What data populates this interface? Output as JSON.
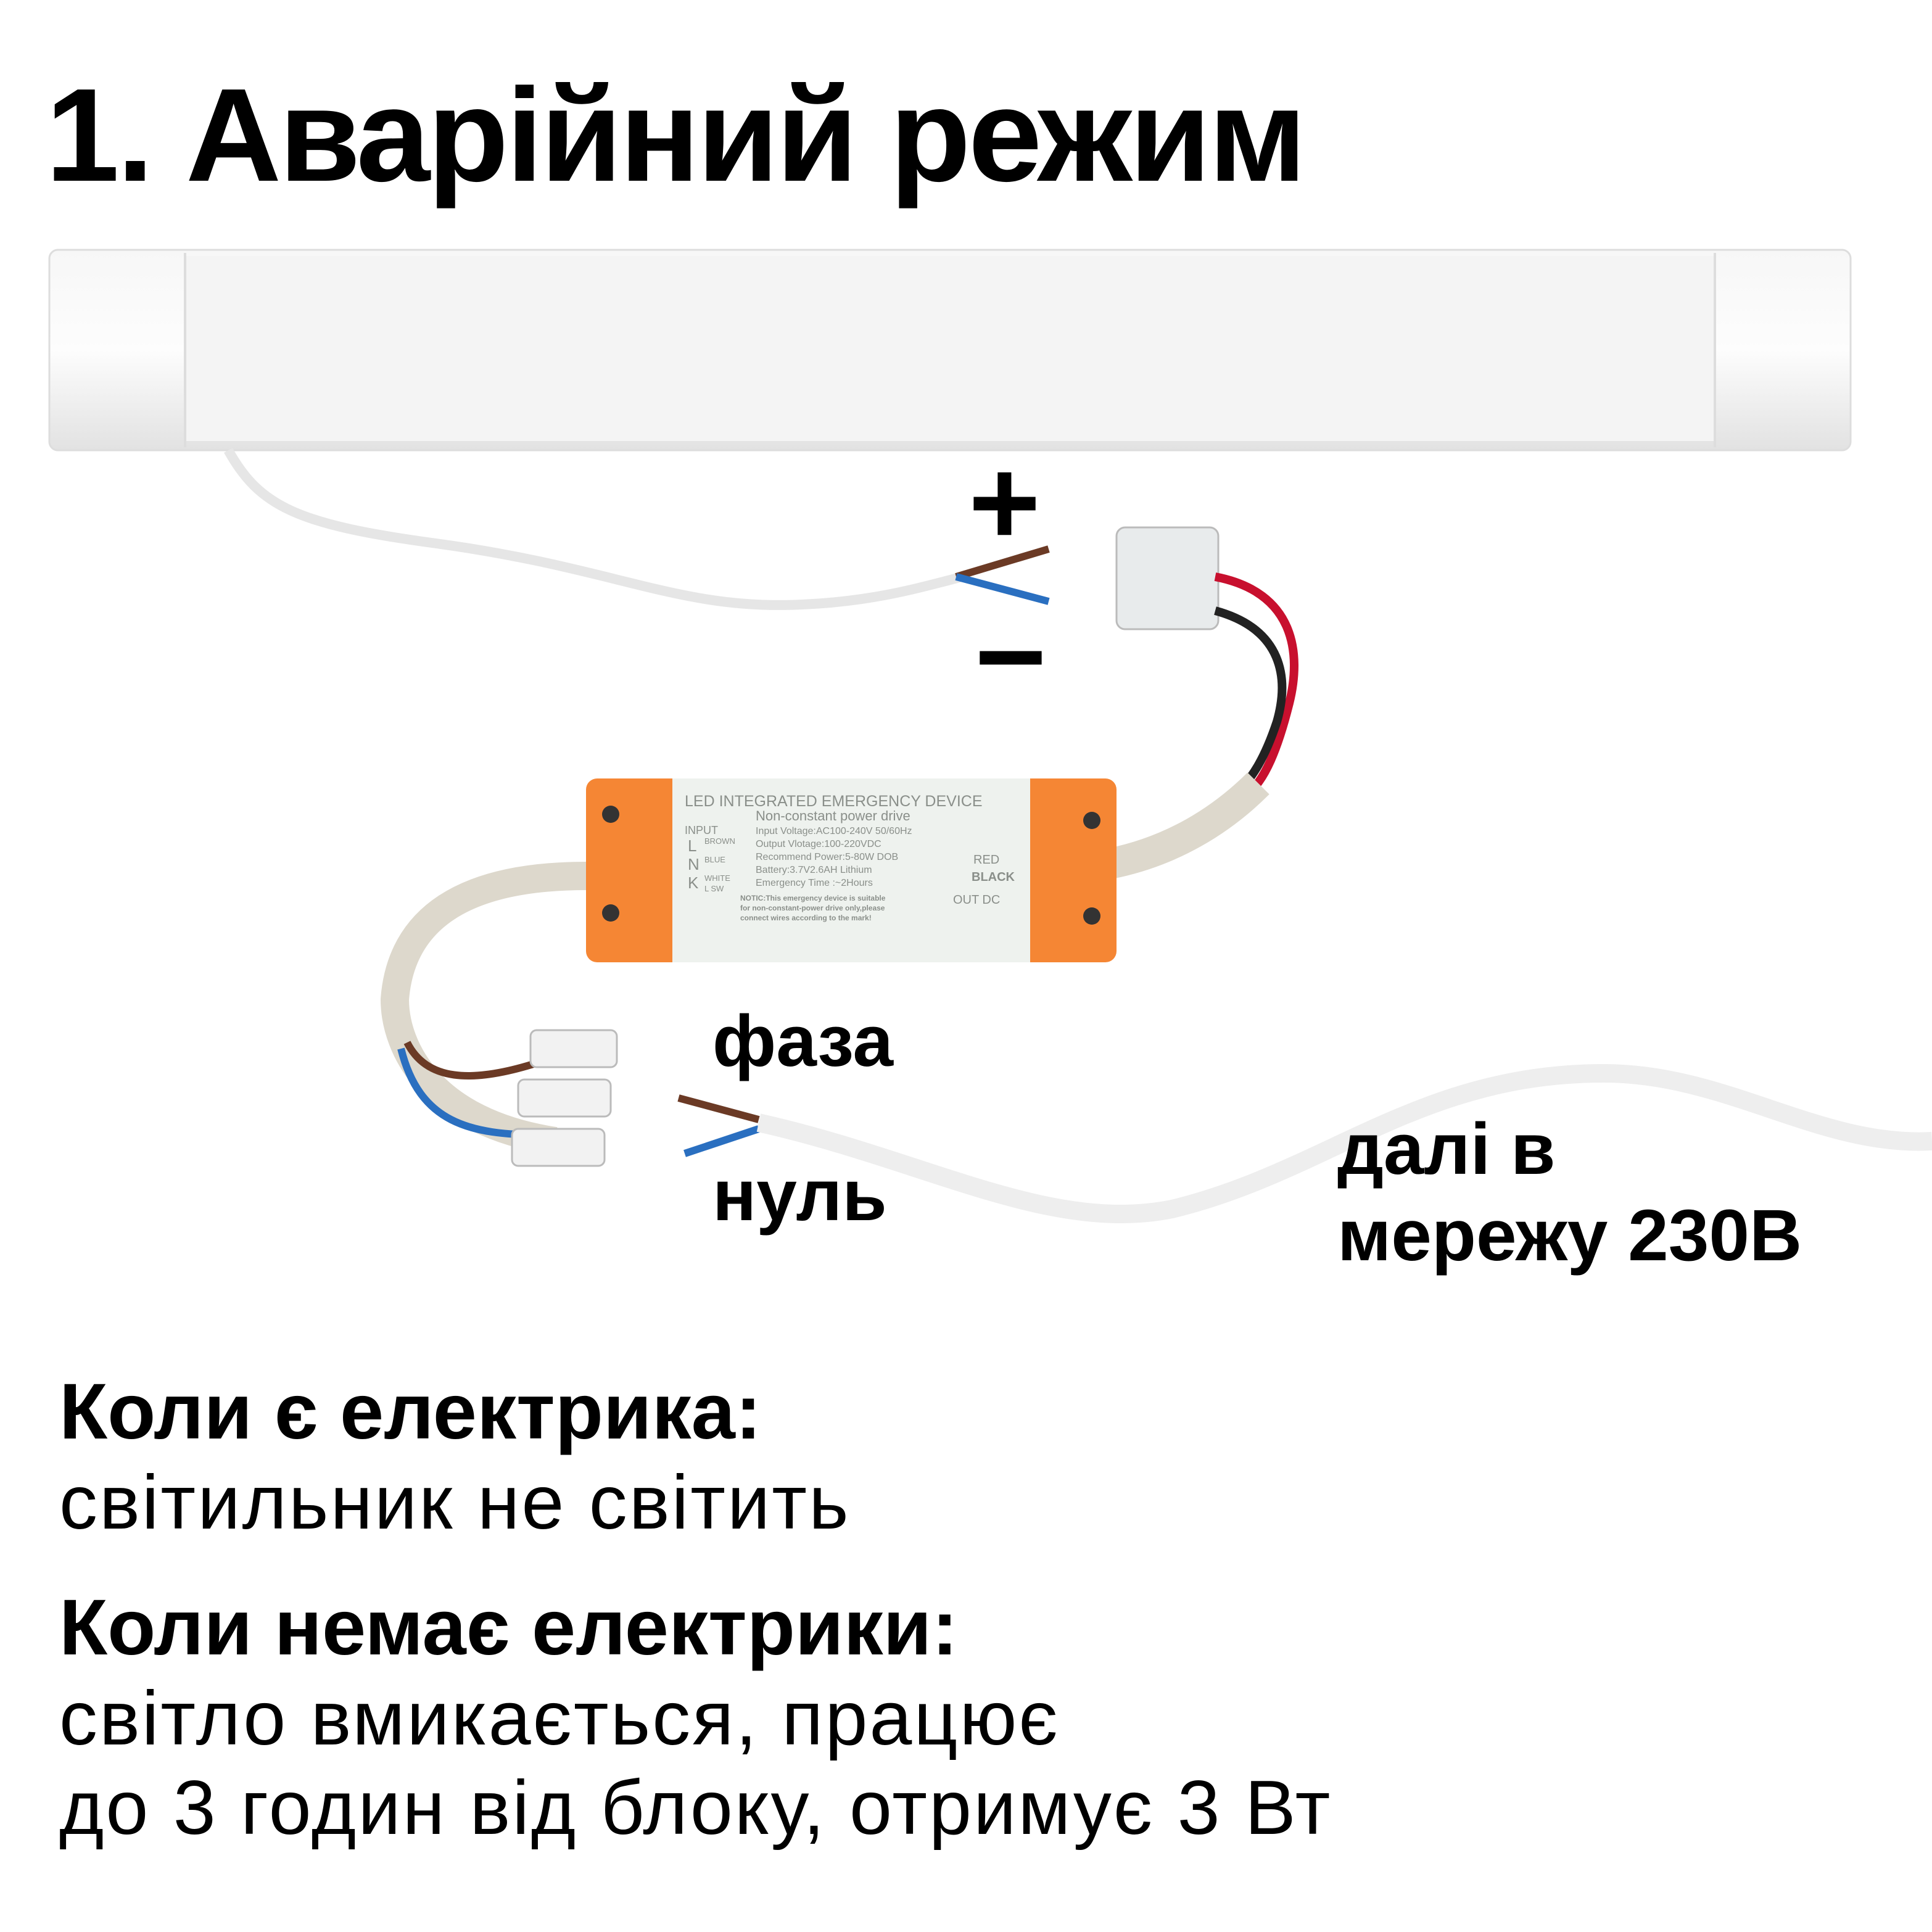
{
  "title": "1. Аварійний режим",
  "labels": {
    "plus": "+",
    "minus": "−",
    "phase": "фаза",
    "neutral": "нуль",
    "network_line1": "далі в",
    "network_line2": "мережу 230В"
  },
  "device": {
    "heading": "LED INTEGRATED EMERGENCY DEVICE",
    "subheading": "Non-constant power drive",
    "input": "INPUT",
    "pins": [
      {
        "pin": "L",
        "color": "BROWN"
      },
      {
        "pin": "N",
        "color": "BLUE"
      },
      {
        "pin": "K",
        "color": "WHITE",
        "extra": "L SW"
      }
    ],
    "specs": [
      "Input Voltage:AC100-240V 50/60Hz",
      "Output Vlotage:100-220VDC",
      "Recommend Power:5-80W DOB",
      "Battery:3.7V2.6AH Lithium",
      "Emergency Time :~2Hours"
    ],
    "notice": [
      "NOTIC:This emergency device is suitable",
      "for non-constant-power drive only,please",
      "connect wires according to the mark!"
    ],
    "out_plus": "RED",
    "out_minus": "BLACK",
    "out": "OUT DC"
  },
  "text": {
    "with_power_heading": "Коли є електрика:",
    "with_power_text": "світильник не світить",
    "no_power_heading": "Коли немає електрики:",
    "no_power_line1": "світло вмикається, працює",
    "no_power_line2": "до 3 годин від блоку, отримує 3 Вт"
  },
  "colors": {
    "orange": "#f58634",
    "red_wire": "#c8102e",
    "brown_wire": "#6b3a25",
    "blue_wire": "#2a6fc0"
  }
}
